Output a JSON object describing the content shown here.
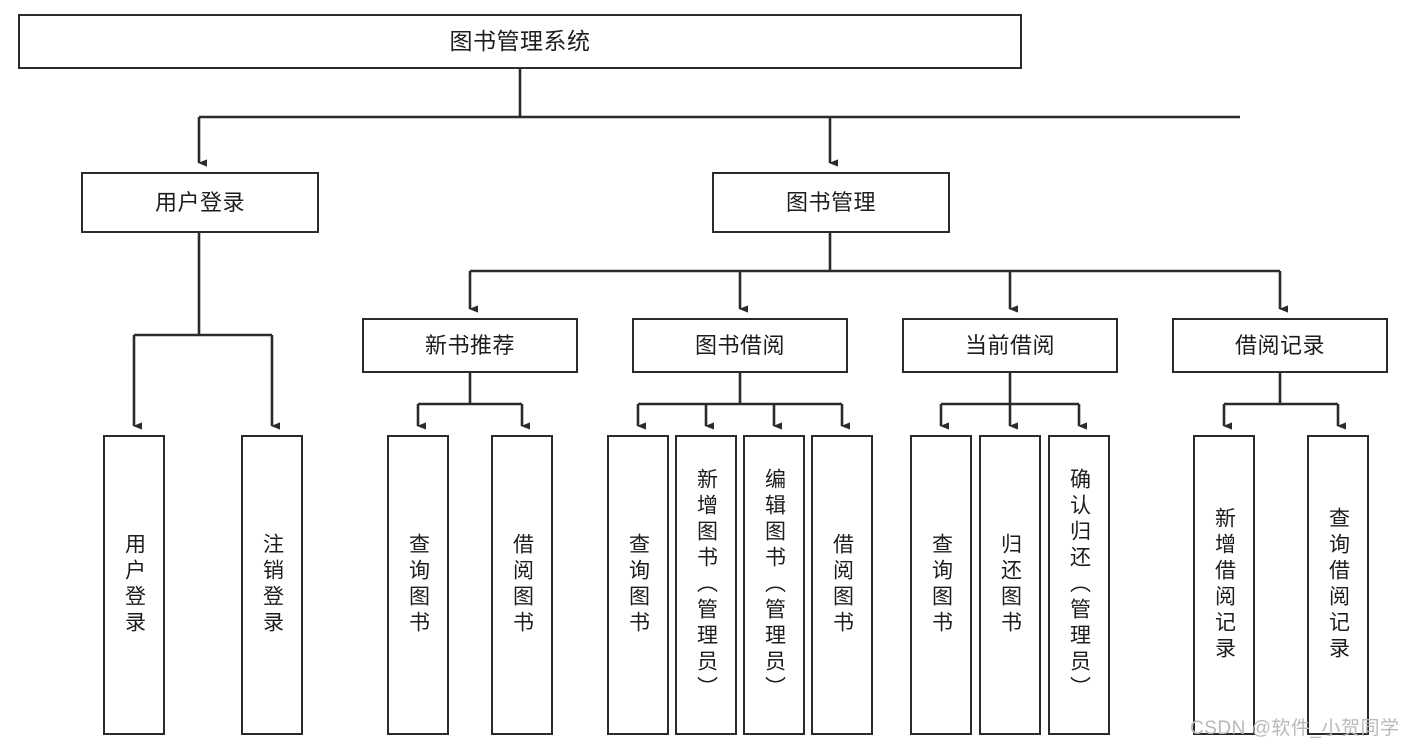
{
  "diagram": {
    "title": "图书管理系统",
    "type": "hierarchy-tree",
    "watermark": "CSDN @软件_小贺同学",
    "colors": {
      "box_stroke": "#2b2b2b",
      "box_fill": "#ffffff",
      "connector": "#2b2b2b",
      "text": "#1d1d1d",
      "watermark": "#b9b9b9",
      "background": "#ffffff"
    },
    "nodes": {
      "root": {
        "label": "图书管理系统"
      },
      "level1": [
        {
          "label": "用户登录"
        },
        {
          "label": "图书管理"
        }
      ],
      "level2": [
        {
          "label": "新书推荐"
        },
        {
          "label": "图书借阅"
        },
        {
          "label": "当前借阅"
        },
        {
          "label": "借阅记录"
        }
      ],
      "leaves": {
        "user_login": [
          {
            "label": "用户登录"
          },
          {
            "label": "注销登录"
          }
        ],
        "new_book_recommend": [
          {
            "label": "查询图书"
          },
          {
            "label": "借阅图书"
          }
        ],
        "book_borrow": [
          {
            "label": "查询图书"
          },
          {
            "label": "新增图书（管理员）"
          },
          {
            "label": "编辑图书（管理员）"
          },
          {
            "label": "借阅图书"
          }
        ],
        "current_borrow": [
          {
            "label": "查询图书"
          },
          {
            "label": "归还图书"
          },
          {
            "label": "确认归还（管理员）"
          }
        ],
        "borrow_record": [
          {
            "label": "新增借阅记录"
          },
          {
            "label": "查询借阅记录"
          }
        ]
      }
    }
  }
}
